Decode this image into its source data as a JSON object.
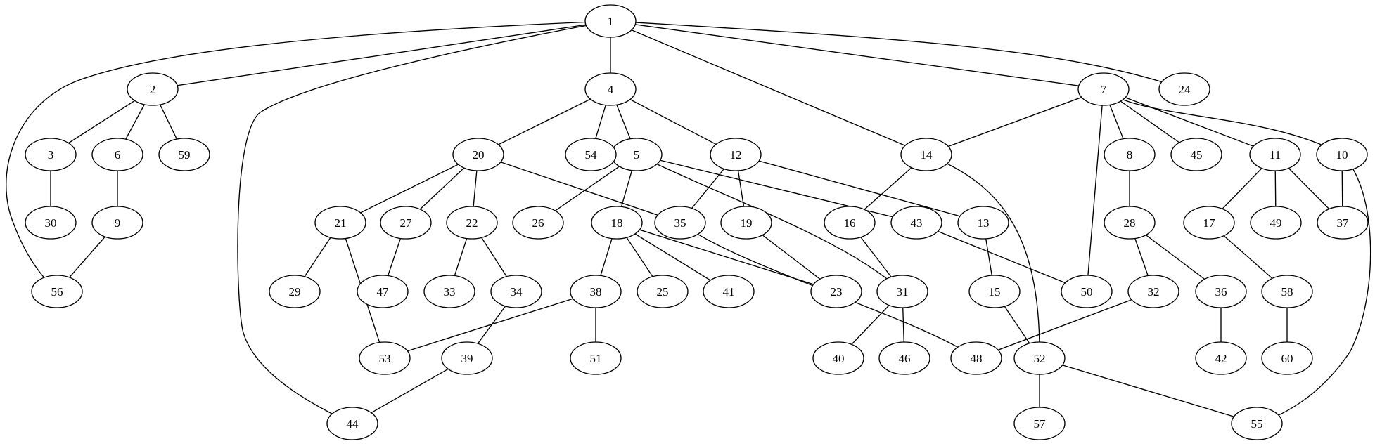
{
  "graph": {
    "type": "undirected-tree-graph",
    "nodes": [
      "1",
      "2",
      "3",
      "4",
      "5",
      "6",
      "7",
      "8",
      "9",
      "10",
      "11",
      "12",
      "13",
      "14",
      "15",
      "16",
      "17",
      "18",
      "19",
      "20",
      "21",
      "22",
      "23",
      "24",
      "25",
      "26",
      "27",
      "28",
      "29",
      "30",
      "31",
      "32",
      "33",
      "34",
      "35",
      "36",
      "37",
      "38",
      "39",
      "40",
      "41",
      "42",
      "43",
      "44",
      "45",
      "46",
      "47",
      "48",
      "49",
      "50",
      "51",
      "52",
      "53",
      "54",
      "55",
      "56",
      "57",
      "58",
      "59",
      "60"
    ],
    "edges": [
      [
        "1",
        "2"
      ],
      [
        "1",
        "4"
      ],
      [
        "1",
        "7"
      ],
      [
        "1",
        "14"
      ],
      [
        "1",
        "24"
      ],
      [
        "1",
        "44"
      ],
      [
        "1",
        "56"
      ],
      [
        "2",
        "3"
      ],
      [
        "2",
        "6"
      ],
      [
        "2",
        "59"
      ],
      [
        "3",
        "30"
      ],
      [
        "6",
        "9"
      ],
      [
        "9",
        "56"
      ],
      [
        "4",
        "20"
      ],
      [
        "4",
        "54"
      ],
      [
        "4",
        "5"
      ],
      [
        "4",
        "12"
      ],
      [
        "20",
        "21"
      ],
      [
        "20",
        "27"
      ],
      [
        "20",
        "22"
      ],
      [
        "20",
        "35"
      ],
      [
        "21",
        "29"
      ],
      [
        "21",
        "53"
      ],
      [
        "27",
        "47"
      ],
      [
        "22",
        "33"
      ],
      [
        "22",
        "34"
      ],
      [
        "34",
        "39"
      ],
      [
        "39",
        "44"
      ],
      [
        "5",
        "26"
      ],
      [
        "5",
        "18"
      ],
      [
        "5",
        "43"
      ],
      [
        "5",
        "31"
      ],
      [
        "18",
        "38"
      ],
      [
        "18",
        "25"
      ],
      [
        "18",
        "41"
      ],
      [
        "18",
        "23"
      ],
      [
        "38",
        "53"
      ],
      [
        "38",
        "51"
      ],
      [
        "35",
        "48"
      ],
      [
        "12",
        "35"
      ],
      [
        "12",
        "19"
      ],
      [
        "12",
        "13"
      ],
      [
        "19",
        "23"
      ],
      [
        "13",
        "15"
      ],
      [
        "15",
        "52"
      ],
      [
        "43",
        "50"
      ],
      [
        "7",
        "14"
      ],
      [
        "7",
        "50"
      ],
      [
        "7",
        "8"
      ],
      [
        "7",
        "45"
      ],
      [
        "7",
        "11"
      ],
      [
        "7",
        "10"
      ],
      [
        "14",
        "16"
      ],
      [
        "14",
        "52"
      ],
      [
        "16",
        "31"
      ],
      [
        "31",
        "40"
      ],
      [
        "31",
        "46"
      ],
      [
        "8",
        "28"
      ],
      [
        "28",
        "32"
      ],
      [
        "28",
        "36"
      ],
      [
        "32",
        "48"
      ],
      [
        "36",
        "42"
      ],
      [
        "11",
        "17"
      ],
      [
        "11",
        "49"
      ],
      [
        "11",
        "37"
      ],
      [
        "10",
        "37"
      ],
      [
        "10",
        "55"
      ],
      [
        "17",
        "58"
      ],
      [
        "58",
        "60"
      ],
      [
        "52",
        "57"
      ],
      [
        "52",
        "55"
      ]
    ]
  }
}
